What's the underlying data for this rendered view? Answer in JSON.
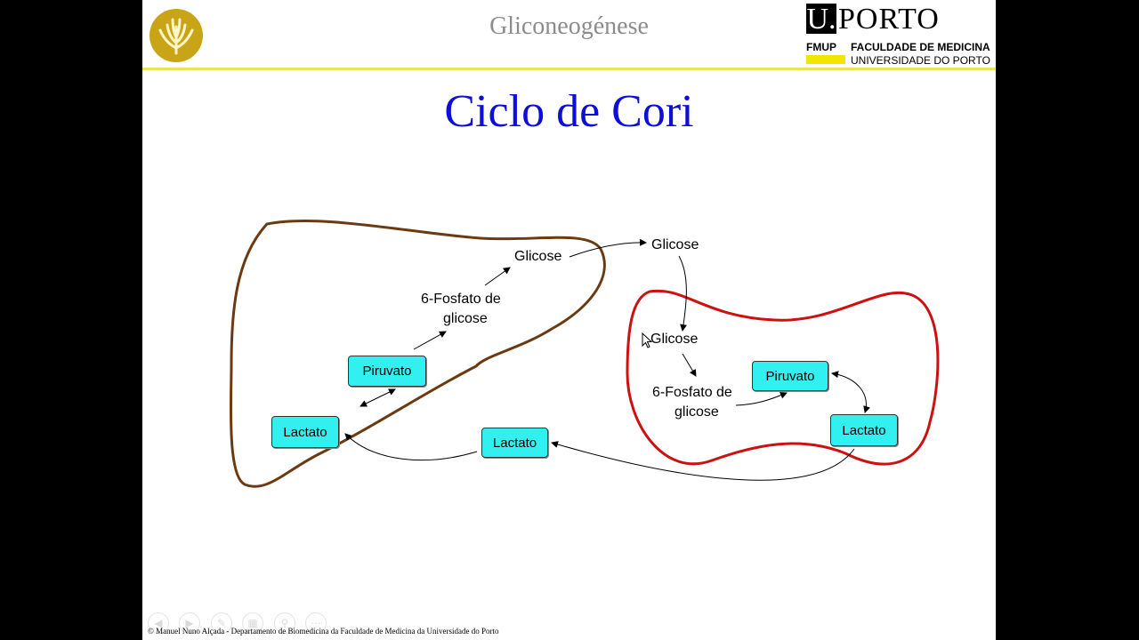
{
  "header": {
    "title": "Gliconeogénese",
    "logo_right": {
      "u": "U.",
      "porto": "PORTO",
      "fmup": "FMUP",
      "faculdade": "FACULDADE DE MEDICINA",
      "universidade": "UNIVERSIDADE DO PORTO"
    }
  },
  "slide_title": "Ciclo de Cori",
  "diagram": {
    "liver": {
      "glicose": "Glicose",
      "g6p_line1": "6-Fosfato de",
      "g6p_line2": "glicose",
      "piruvato": "Piruvato",
      "lactato": "Lactato"
    },
    "blood": {
      "glicose": "Glicose",
      "lactato": "Lactato"
    },
    "muscle": {
      "glicose": "Glicose",
      "g6p_line1": "6-Fosfato de",
      "g6p_line2": "glicose",
      "piruvato": "Piruvato",
      "lactato": "Lactato"
    },
    "colors": {
      "liver_outline": "#6b3a10",
      "muscle_outline": "#cc1111",
      "box_fill": "#33f0f0",
      "title": "#0d0fd6"
    }
  },
  "footer": "© Manuel Nuno Alçada - Departamento de Biomedicina da Faculdade de Medicina da Universidade do Porto",
  "controls": [
    "prev-icon",
    "next-icon",
    "pen-icon",
    "slides-icon",
    "zoom-icon",
    "more-icon"
  ]
}
